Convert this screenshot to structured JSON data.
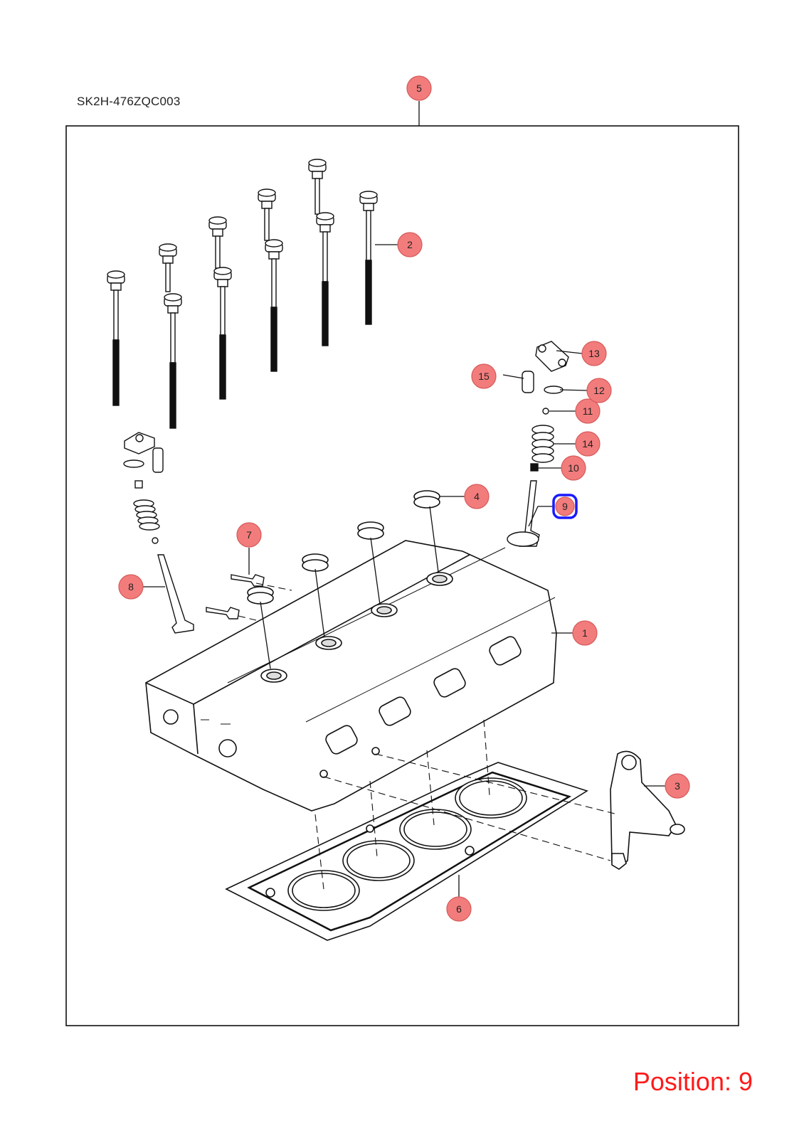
{
  "drawing_code": "SK2H-476ZQC003",
  "position_label": "Position: 9",
  "colors": {
    "callout_fill": "#f27c7c",
    "callout_stroke": "#d65a5a",
    "selected": "#1a1aff",
    "position_text": "#ff1a1a"
  },
  "selected_callout": "9",
  "callouts": [
    "1",
    "2",
    "3",
    "4",
    "5",
    "6",
    "7",
    "8",
    "9",
    "10",
    "11",
    "12",
    "13",
    "14",
    "15"
  ]
}
